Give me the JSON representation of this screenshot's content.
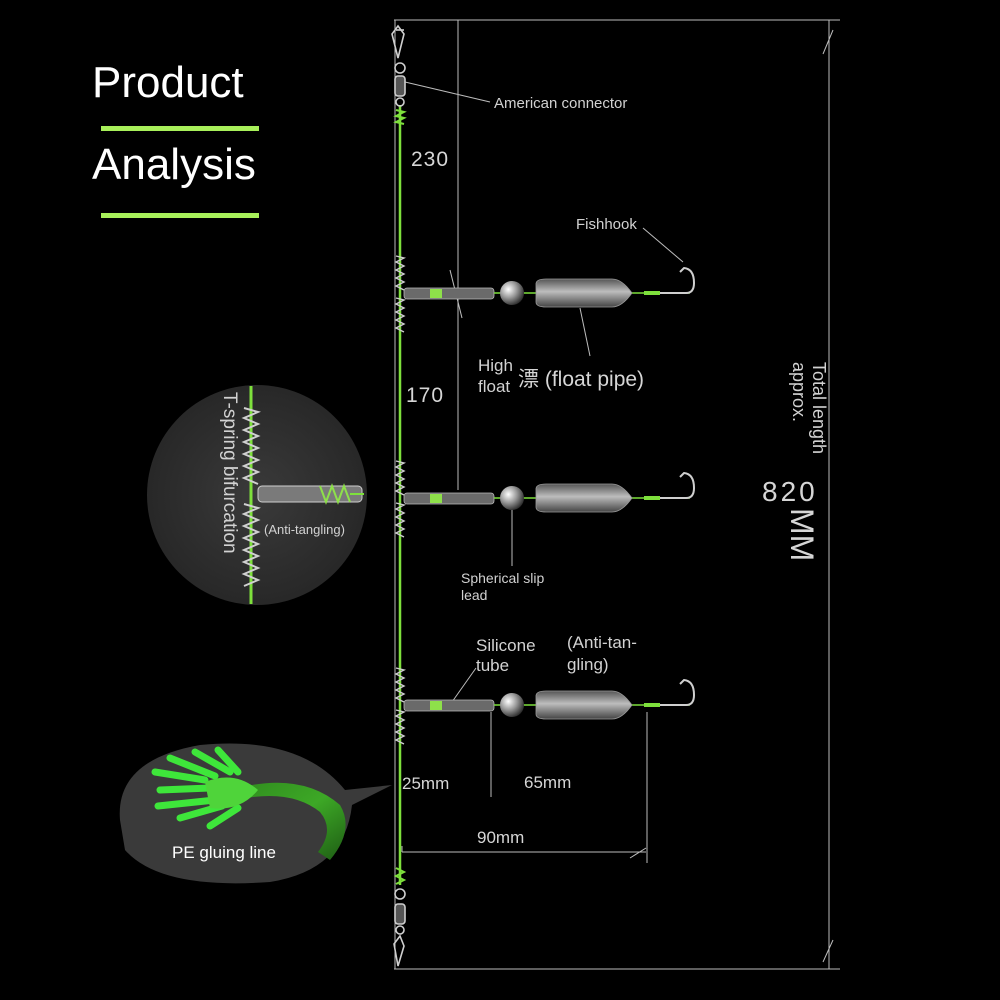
{
  "title": {
    "line1": "Product",
    "line2": "Analysis"
  },
  "labels": {
    "american_connector": "American connector",
    "fishhook": "Fishhook",
    "high_float_1": "High",
    "high_float_2": "float",
    "float_pipe": "漂 (float pipe)",
    "spherical_lead_1": "Spherical slip",
    "spherical_lead_2": "lead",
    "silicone_tube_1": "Silicone",
    "silicone_tube_2": "tube",
    "anti_tangling_1": "(Anti-tan-",
    "anti_tangling_2": "gling)",
    "t_spring": "T-spring bifurcation",
    "anti_tangling_small": "(Anti-tangling)",
    "pe_gluing": "PE gluing line",
    "total_length_1": "Total length",
    "total_length_2": "approx.",
    "total_length_value": "820",
    "total_length_unit": "MM"
  },
  "dimensions": {
    "top_segment": "230",
    "middle_segment": "170",
    "d25": "25mm",
    "d65": "65mm",
    "d90": "90mm"
  },
  "colors": {
    "accent_green": "#a8f05a",
    "line_green": "#7ee03c",
    "background": "#000000"
  }
}
